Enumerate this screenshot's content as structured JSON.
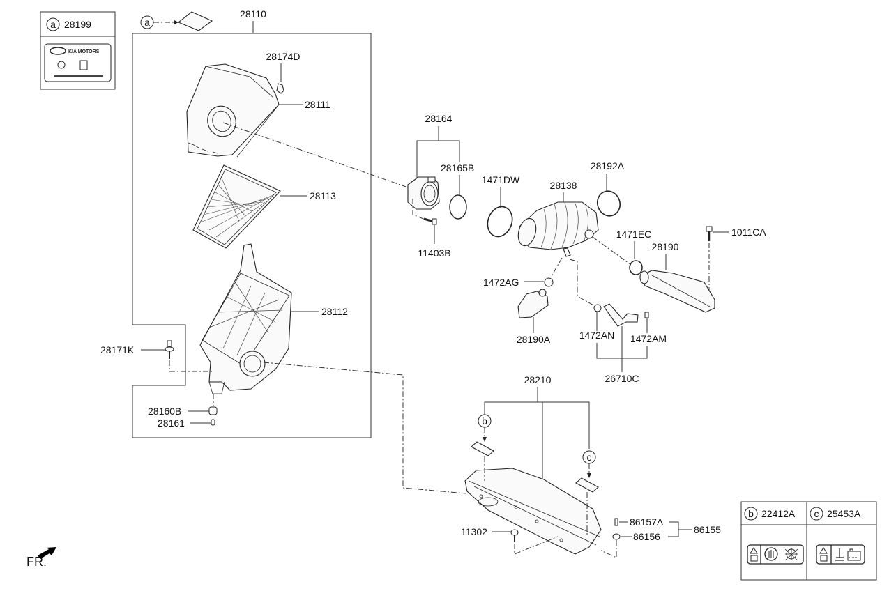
{
  "diagram": {
    "title": "Air Cleaner Assembly",
    "parts": {
      "p28110": "28110",
      "p28174D": "28174D",
      "p28111": "28111",
      "p28113": "28113",
      "p28112": "28112",
      "p28171K": "28171K",
      "p28160B": "28160B",
      "p28161": "28161",
      "p28164": "28164",
      "p28165B": "28165B",
      "p11403B": "11403B",
      "p1471DW": "1471DW",
      "p28138": "28138",
      "p28192A": "28192A",
      "p1471EC": "1471EC",
      "p1011CA": "1011CA",
      "p28190": "28190",
      "p1472AG": "1472AG",
      "p28190A": "28190A",
      "p1472AN": "1472AN",
      "p1472AM": "1472AM",
      "p26710C": "26710C",
      "p28210": "28210",
      "p86157A": "86157A",
      "p86156": "86156",
      "p86155": "86155",
      "p11302": "11302"
    },
    "callouts": {
      "a": "a",
      "b": "b",
      "c": "c"
    },
    "legend_a": {
      "letter": "a",
      "part": "28199",
      "label_brand": "KIA MOTORS"
    },
    "legend_bc": [
      {
        "letter": "b",
        "part": "22412A"
      },
      {
        "letter": "c",
        "part": "25453A"
      }
    ],
    "direction": {
      "label": "FR.",
      "icon": "front-arrow-icon"
    }
  }
}
